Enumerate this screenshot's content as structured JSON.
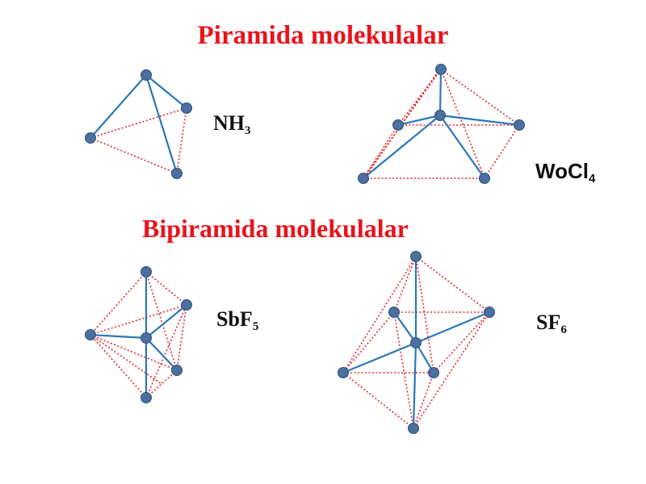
{
  "sections": {
    "pyramid_title": "Piramida molekulalar",
    "bipyramid_title": "Bipiramida molekulalar"
  },
  "molecules": {
    "nh3": {
      "base": "NH",
      "sub": "3"
    },
    "wocl4": {
      "base": "WoCl",
      "sub": "4"
    },
    "sbf5": {
      "base": "SbF",
      "sub": "5"
    },
    "sf6": {
      "base": "SF",
      "sub": "6"
    }
  },
  "colors": {
    "heading": "#e8141c",
    "bond": "#2a77b8",
    "edge": "#e8262d",
    "atom": "#4b6f9e"
  }
}
